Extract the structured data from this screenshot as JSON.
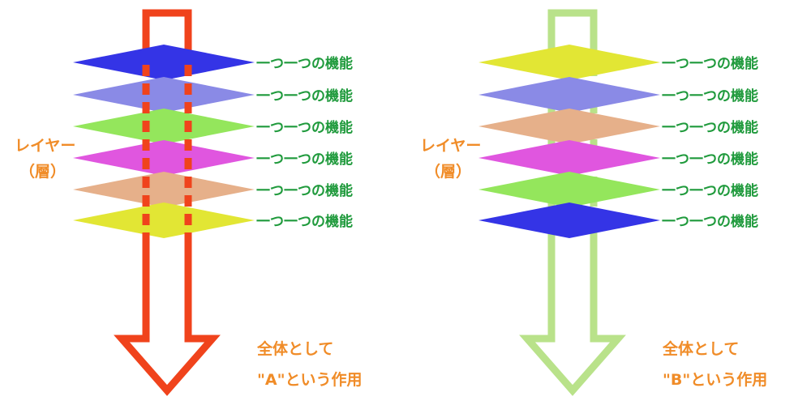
{
  "side_label": {
    "line1": "レイヤー",
    "line2": "（層）"
  },
  "layer_label": "一つ一つの機能",
  "colors": {
    "blue": "#3434e6",
    "periwinkle": "#8a8ae6",
    "green": "#94e65c",
    "magenta": "#e056df",
    "peach": "#e6b08a",
    "yellow": "#e2e634",
    "red_arrow": "#f0431c",
    "green_arrow": "#b9e28a",
    "layer_text": "#1f9a3c",
    "orange_text": "#f08c28"
  },
  "diagrams": [
    {
      "name": "A",
      "arrow_color": "#f0431c",
      "layers": [
        "#3434e6",
        "#8a8ae6",
        "#94e65c",
        "#e056df",
        "#e6b08a",
        "#e2e634"
      ],
      "effect_line1": "全体として",
      "effect_line2": "\"A\"という作用"
    },
    {
      "name": "B",
      "arrow_color": "#b9e28a",
      "layers": [
        "#e2e634",
        "#8a8ae6",
        "#e6b08a",
        "#e056df",
        "#94e65c",
        "#3434e6"
      ],
      "effect_line1": "全体として",
      "effect_line2": "\"B\"という作用"
    }
  ]
}
